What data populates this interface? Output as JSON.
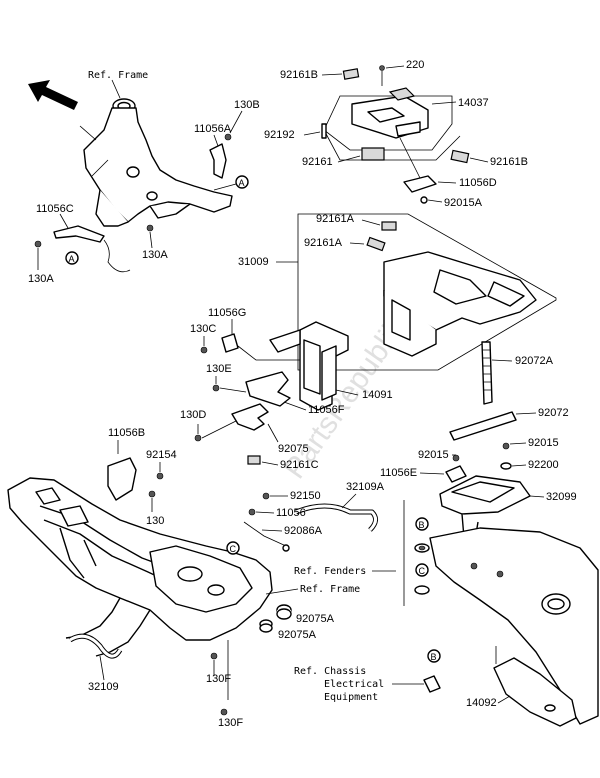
{
  "labels": {
    "ref_frame_top": "Ref. Frame",
    "p220": "220",
    "p92161b_top": "92161B",
    "p14037": "14037",
    "p92192": "92192",
    "p92161": "92161",
    "p92161b_right": "92161B",
    "p11056d": "11056D",
    "p92015a": "92015A",
    "p92161a_1": "92161A",
    "p92161a_2": "92161A",
    "p31009": "31009",
    "p130b": "130B",
    "p11056a": "11056A",
    "p11056c": "11056C",
    "p130a_left": "130A",
    "p130a_right": "130A",
    "p11056g": "11056G",
    "p130c": "130C",
    "p130e": "130E",
    "p14091": "14091",
    "p92072a": "92072A",
    "p11056f": "11056F",
    "p130d": "130D",
    "p92072": "92072",
    "p92075": "92075",
    "p11056b": "11056B",
    "p92154": "92154",
    "p92161c": "92161C",
    "p92015": "92015",
    "p92015_right": "92015",
    "p11056e": "11056E",
    "p92200": "92200",
    "p130": "130",
    "p92150": "92150",
    "p32109a": "32109A",
    "p32099": "32099",
    "p11056": "11056",
    "p92086a": "92086A",
    "ref_fenders": "Ref. Fenders",
    "ref_frame_mid": "Ref. Frame",
    "p92075a_1": "92075A",
    "p92075a_2": "92075A",
    "p32109": "32109",
    "p130f_1": "130F",
    "p130f_2": "130F",
    "ref_chassis_1": "Ref. Chassis",
    "ref_chassis_2": "Electrical",
    "ref_chassis_3": "Equipment",
    "p14092": "14092",
    "callout_a": "A",
    "callout_b": "B",
    "callout_c": "C",
    "watermark": "PartsRepublik"
  }
}
